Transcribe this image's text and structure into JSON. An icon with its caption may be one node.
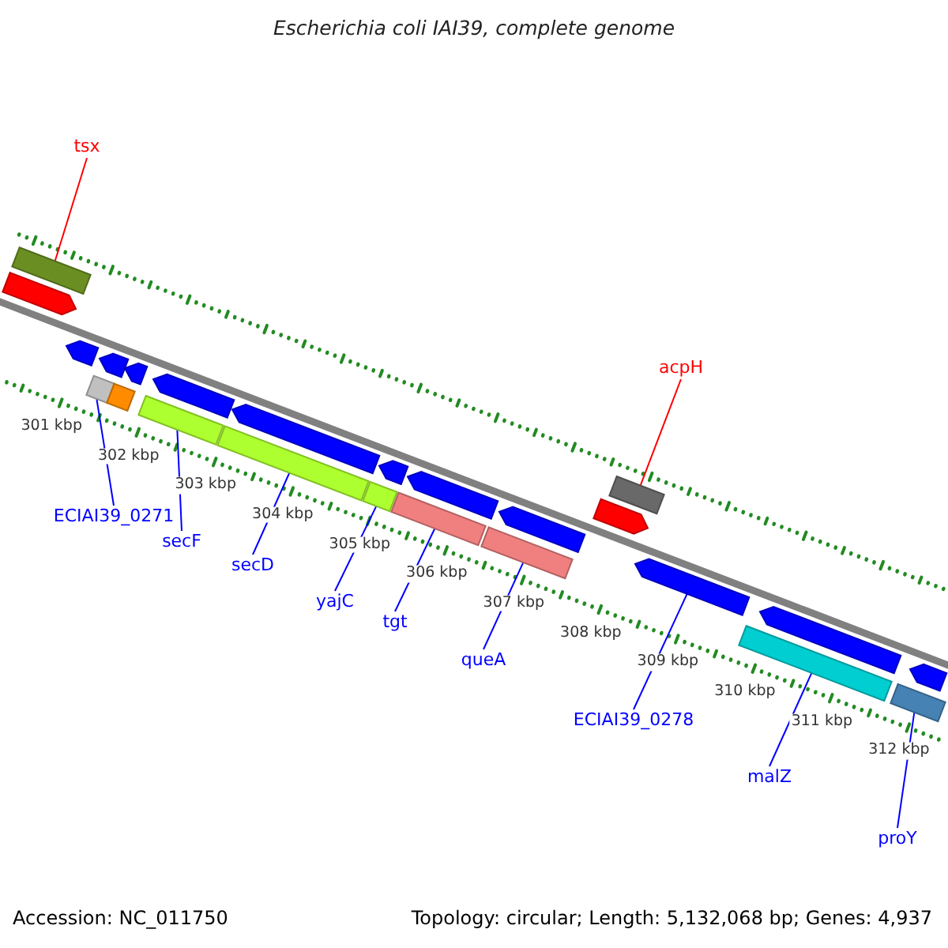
{
  "diagram": {
    "title": "Escherichia coli IAI39, complete genome",
    "nodes": [
      {
        "text": [
          "tsx"
        ]
      },
      {
        "text": [
          "acpH"
        ]
      },
      {
        "text": [
          "ECIAI39_0271"
        ]
      },
      {
        "text": [
          "secF"
        ]
      },
      {
        "text": [
          "secD"
        ]
      },
      {
        "text": [
          "yajC"
        ]
      },
      {
        "text": [
          "tgt"
        ]
      },
      {
        "text": [
          "queA"
        ]
      },
      {
        "text": [
          "ECIAI39_0278"
        ]
      },
      {
        "text": [
          "malZ"
        ]
      },
      {
        "text": [
          "proY"
        ]
      },
      {
        "text": [],
        "shape": "bar"
      },
      {
        "text": [],
        "shape": "arrow"
      },
      {
        "text": [],
        "shape": "bar"
      },
      {
        "text": [],
        "shape": "arrow"
      },
      {
        "text": [],
        "shape": "arrow"
      },
      {
        "text": [],
        "shape": "arrow"
      },
      {
        "text": [],
        "shape": "arrow"
      },
      {
        "text": [],
        "shape": "arrow"
      },
      {
        "text": [],
        "shape": "arrow"
      },
      {
        "text": [],
        "shape": "arrow"
      },
      {
        "text": [],
        "shape": "arrow"
      },
      {
        "text": [],
        "shape": "arrow"
      },
      {
        "text": [],
        "shape": "arrow"
      },
      {
        "text": [],
        "shape": "arrow"
      },
      {
        "text": [],
        "shape": "arrow"
      },
      {
        "text": [],
        "shape": "bar"
      },
      {
        "text": [],
        "shape": "bar"
      },
      {
        "text": [],
        "shape": "bar"
      },
      {
        "text": [],
        "shape": "bar"
      },
      {
        "text": [],
        "shape": "bar"
      },
      {
        "text": [],
        "shape": "bar"
      },
      {
        "text": [],
        "shape": "bar"
      },
      {
        "text": [],
        "shape": "bar"
      },
      {
        "text": [],
        "shape": "bar"
      }
    ],
    "edges": [
      {
        "from": 0,
        "to": 11,
        "arrow": "none",
        "color": "#ff0000"
      },
      {
        "from": 1,
        "to": 13,
        "arrow": "none",
        "color": "#ff0000"
      },
      {
        "from": 2,
        "to": 26,
        "arrow": "none"
      },
      {
        "from": 3,
        "to": 28,
        "arrow": "none"
      },
      {
        "from": 4,
        "to": 29,
        "arrow": "none"
      },
      {
        "from": 5,
        "to": 30,
        "arrow": "none"
      },
      {
        "from": 6,
        "to": 31,
        "arrow": "none"
      },
      {
        "from": 7,
        "to": 32,
        "arrow": "none"
      },
      {
        "from": 8,
        "to": 23,
        "arrow": "none"
      },
      {
        "from": 9,
        "to": 33,
        "arrow": "none"
      },
      {
        "from": 10,
        "to": 34,
        "arrow": "none"
      }
    ],
    "labels": [
      "301 kbp",
      "302 kbp",
      "303 kbp",
      "304 kbp",
      "305 kbp",
      "306 kbp",
      "307 kbp",
      "308 kbp",
      "309 kbp",
      "310 kbp",
      "311 kbp",
      "312 kbp",
      "Accession: NC_011750",
      "Topology: circular; Length: 5,132,068 bp; Genes: 4,937"
    ]
  }
}
